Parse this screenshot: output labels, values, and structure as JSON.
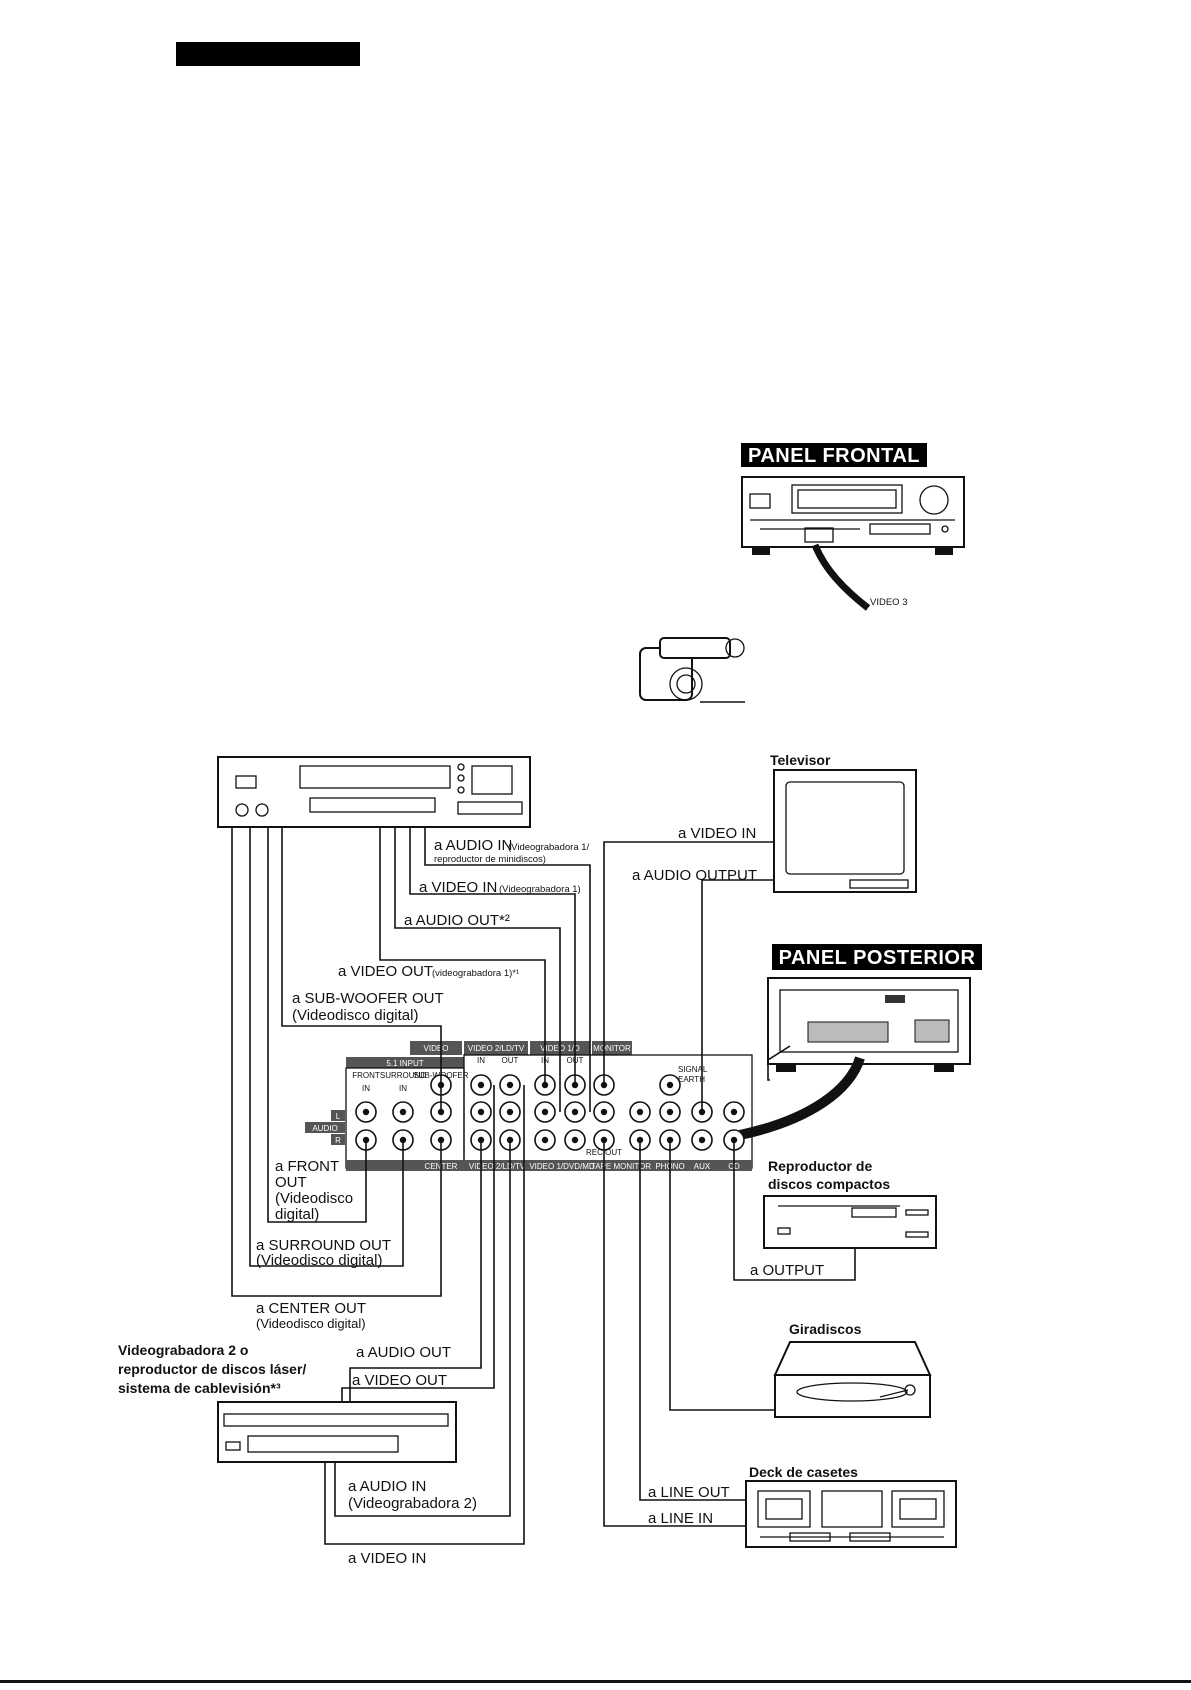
{
  "panels": {
    "front": "PANEL FRONTAL",
    "rear": "PANEL POSTERIOR",
    "front_video3": "VIDEO 3"
  },
  "devices": {
    "tv": "Televisor",
    "cd": [
      "Reproductor de",
      "discos compactos"
    ],
    "turntable": "Giradiscos",
    "tape": "Deck de casetes",
    "vcr2": [
      "Videograbadora 2 o",
      "reproductor de discos láser/",
      "sistema de cablevisión*³"
    ]
  },
  "dvd_labels": {
    "audio_in": "a AUDIO IN",
    "audio_in_note": [
      "(Videograbadora 1/",
      "reproductor de minidiscos)"
    ],
    "video_in": "a VIDEO IN",
    "video_in_note": "(Videograbadora 1)",
    "audio_out": "a AUDIO OUT*²",
    "video_out": "a VIDEO OUT",
    "video_out_note": "(videograbadora 1)*¹",
    "sub_woofer": [
      "a SUB-WOOFER OUT",
      "(Videodisco digital)"
    ],
    "front_out": [
      "a FRONT",
      "OUT",
      "(Videodisco",
      "digital)"
    ],
    "surround_out": [
      "a SURROUND OUT",
      "(Videodisco digital)"
    ],
    "center_out": [
      "a CENTER OUT",
      "(Videodisco digital)"
    ]
  },
  "other_labels": {
    "tv_video_in": "a VIDEO IN",
    "tv_audio_output": "a AUDIO OUTPUT",
    "cd_output": "a OUTPUT",
    "vcr2_audio_out": "a AUDIO OUT",
    "vcr2_video_out": "a VIDEO OUT",
    "vcr2_audio_in": [
      "a AUDIO IN",
      "(Videograbadora 2)"
    ],
    "vcr2_video_in": "a VIDEO IN",
    "tape_line_out": "a LINE OUT",
    "tape_line_in": "a LINE IN"
  },
  "jack_panel": {
    "video_band": "VIDEO",
    "input_51": "5.1 INPUT",
    "front": "FRONT",
    "surround": "SURROUND",
    "subwoofer": "SUB-WOOFER",
    "audio_band": "AUDIO",
    "l": "L",
    "r": "R",
    "in": "IN",
    "out": "OUT",
    "center": "CENTER",
    "signal_earth": [
      "SIGNAL",
      "EARTH"
    ],
    "video2": "VIDEO 2/LD/TV",
    "video1": "VIDEO 1/D",
    "monitor": "MONITOR",
    "bottom": [
      "VIDEO 2/LD/TV",
      "VIDEO 1/DVD/MD",
      "TAPE MONITOR",
      "PHONO",
      "AUX",
      "CD"
    ],
    "rec_out": "REC OUT"
  }
}
